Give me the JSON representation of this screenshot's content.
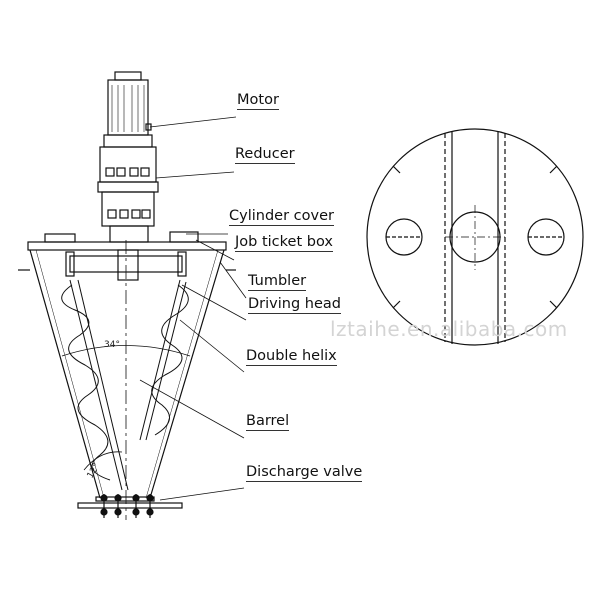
{
  "labels": {
    "motor": "Motor",
    "reducer": "Reducer",
    "cylinder_cover": "Cylinder cover",
    "job_ticket_box": "Job ticket box",
    "tumbler": "Tumbler",
    "driving_head": "Driving head",
    "double_helix": "Double helix",
    "barrel": "Barrel",
    "discharge_valve": "Discharge valve"
  },
  "angles": {
    "cone": "34°",
    "helix": "12°"
  },
  "watermark": "lztaihe.en.alibaba.com"
}
